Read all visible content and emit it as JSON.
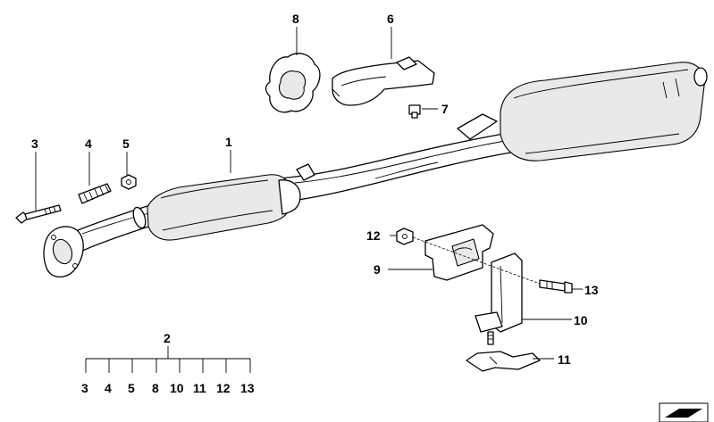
{
  "callouts": {
    "c1": "1",
    "c2": "2",
    "c3": "3",
    "c4": "4",
    "c5": "5",
    "c6": "6",
    "c7": "7",
    "c8": "8",
    "c9": "9",
    "c10": "10",
    "c11": "11",
    "c12": "12",
    "c13": "13"
  },
  "kit_list": [
    "3",
    "4",
    "5",
    "8",
    "10",
    "11",
    "12",
    "13"
  ],
  "kit_label": "2"
}
